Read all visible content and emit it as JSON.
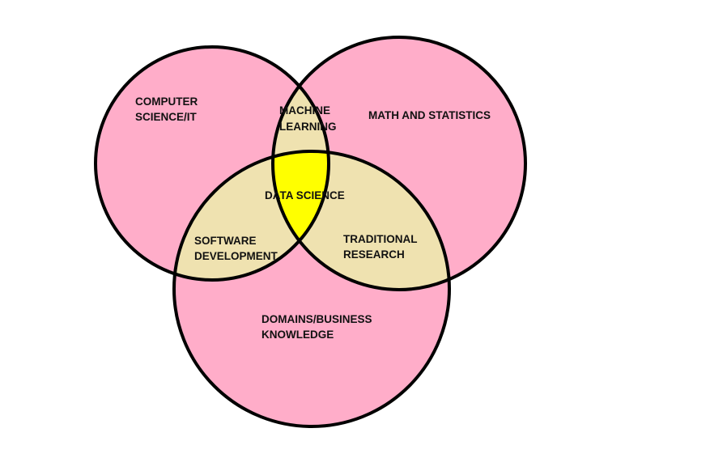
{
  "colors": {
    "circle_fill": "#ffadc9",
    "pair_overlap_fill": "#efe2b0",
    "center_fill": "#ffff00",
    "outline": "#000000",
    "background": "#ffffff"
  },
  "circles": [
    {
      "id": "computer-science",
      "label_lines": [
        "COMPUTER",
        "SCIENCE/IT"
      ]
    },
    {
      "id": "math-statistics",
      "label_lines": [
        "MATH AND STATISTICS"
      ]
    },
    {
      "id": "domains-business",
      "label_lines": [
        "DOMAINS/BUSINESS",
        "KNOWLEDGE"
      ]
    }
  ],
  "overlaps": {
    "cs_math": {
      "label_lines": [
        "MACHINE",
        "LEARNING"
      ]
    },
    "cs_domain": {
      "label_lines": [
        "SOFTWARE",
        "DEVELOPMENT"
      ]
    },
    "math_domain": {
      "label_lines": [
        "TRADITIONAL",
        "RESEARCH"
      ]
    },
    "all_three": {
      "label_lines": [
        "DATA SCIENCE"
      ]
    }
  }
}
